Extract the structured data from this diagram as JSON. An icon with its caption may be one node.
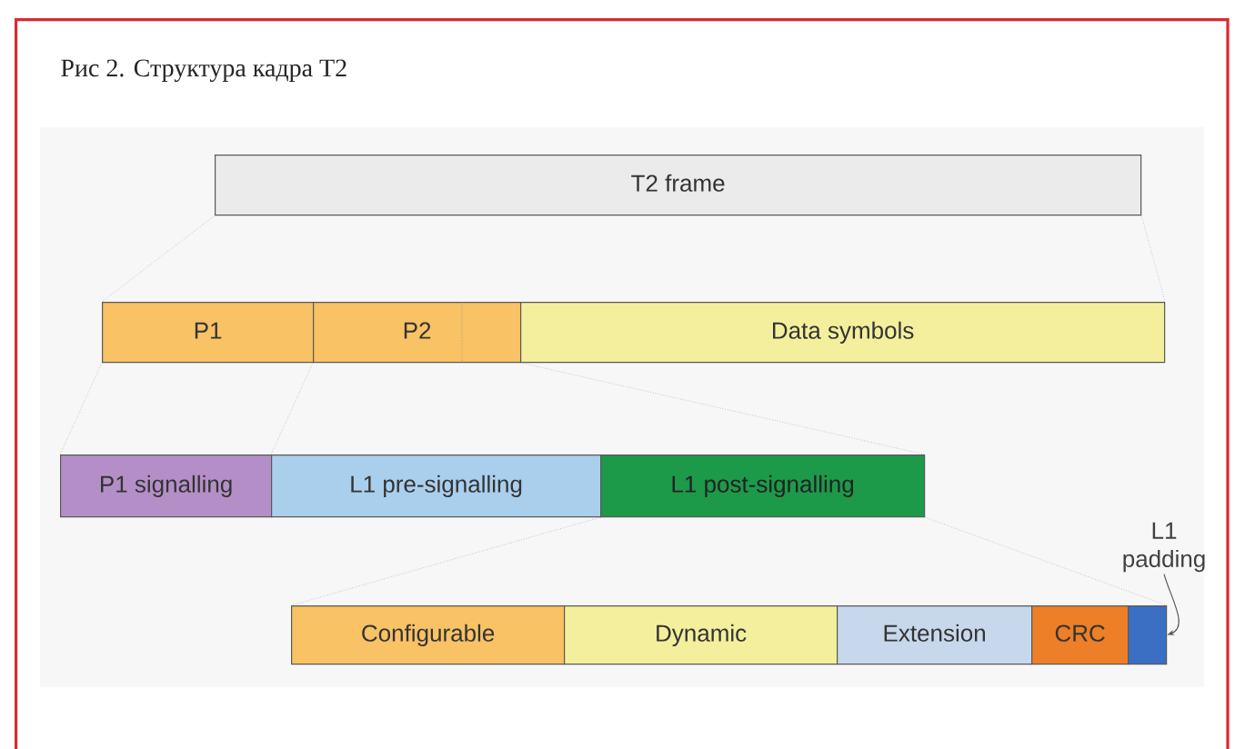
{
  "diagram": {
    "title": "Рис 2. Структура кадра T2",
    "nodes": [
      {
        "text": [
          "T2 frame"
        ]
      },
      {
        "text": [
          "P1"
        ]
      },
      {
        "text": [
          "P2"
        ]
      },
      {
        "text": [
          "Data symbols"
        ]
      },
      {
        "text": [
          "P1 signalling"
        ]
      },
      {
        "text": [
          "L1 pre-signalling"
        ]
      },
      {
        "text": [
          "L1 post-signalling"
        ]
      },
      {
        "text": [
          "Configurable"
        ]
      },
      {
        "text": [
          "Dynamic"
        ]
      },
      {
        "text": [
          "Extension"
        ]
      },
      {
        "text": [
          "CRC"
        ]
      },
      {
        "text": [],
        "shape": "box"
      },
      {
        "text": [
          "L1 padding"
        ]
      }
    ],
    "edges": [
      {
        "from": 0,
        "to": 1,
        "arrow": "none",
        "style": "dashed"
      },
      {
        "from": 0,
        "to": 3,
        "arrow": "none",
        "style": "dashed"
      },
      {
        "from": 1,
        "to": 4,
        "arrow": "none",
        "style": "dashed"
      },
      {
        "from": 2,
        "to": 5,
        "arrow": "none",
        "style": "dashed"
      },
      {
        "from": 2,
        "to": 6,
        "arrow": "none",
        "style": "dashed"
      },
      {
        "from": 6,
        "to": 7,
        "arrow": "none",
        "style": "dashed"
      },
      {
        "from": 6,
        "to": 11,
        "arrow": "none",
        "style": "dashed"
      },
      {
        "from": 12,
        "to": 11,
        "arrow": "to"
      }
    ]
  }
}
